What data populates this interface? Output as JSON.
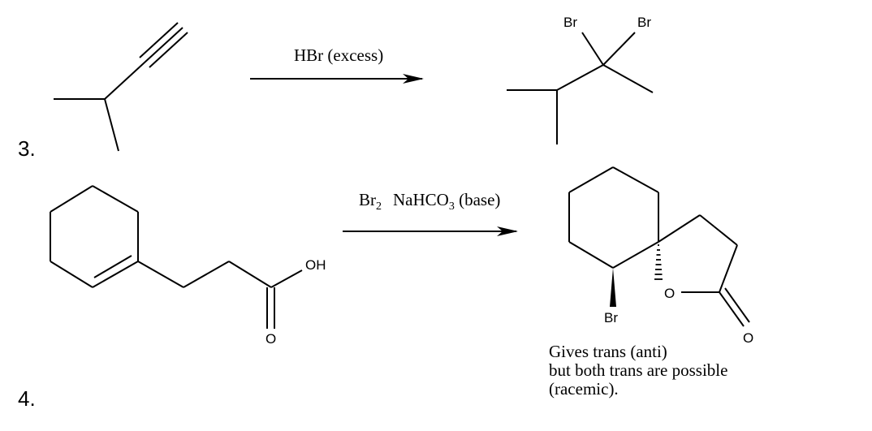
{
  "problem_3": {
    "number": "3.",
    "reagent": "HBr (excess)",
    "product_atoms": {
      "br_left": "Br",
      "br_right": "Br"
    }
  },
  "problem_4": {
    "number": "4.",
    "reagent_br": "Br",
    "reagent_br_sub": "2",
    "reagent_base_a": "NaHCO",
    "reagent_base_sub": "3",
    "reagent_base_b": " (base)",
    "reactant_atoms": {
      "oh": "OH",
      "carbonyl_o": "O"
    },
    "product_atoms": {
      "ring_o": "O",
      "carbonyl_o": "O",
      "br": "Br"
    },
    "note_lines": [
      "Gives trans (anti)",
      "but both trans are possible",
      "(racemic)."
    ]
  }
}
